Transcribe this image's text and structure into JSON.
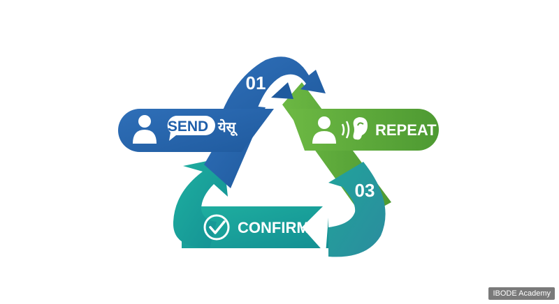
{
  "diagram": {
    "steps": [
      {
        "number": "01",
        "label": "SEND",
        "extra_text": "येसू",
        "icon": "person-speech-icon",
        "color": "#2563ad"
      },
      {
        "number": "",
        "label": "REPEAT",
        "icon": "person-ear-icon",
        "color": "#5ca53a"
      },
      {
        "number": "03",
        "label": "CONFIRM",
        "icon": "checkmark-icon",
        "color": "#14a39a"
      }
    ]
  },
  "watermark": {
    "text": "IBODE Academy"
  }
}
